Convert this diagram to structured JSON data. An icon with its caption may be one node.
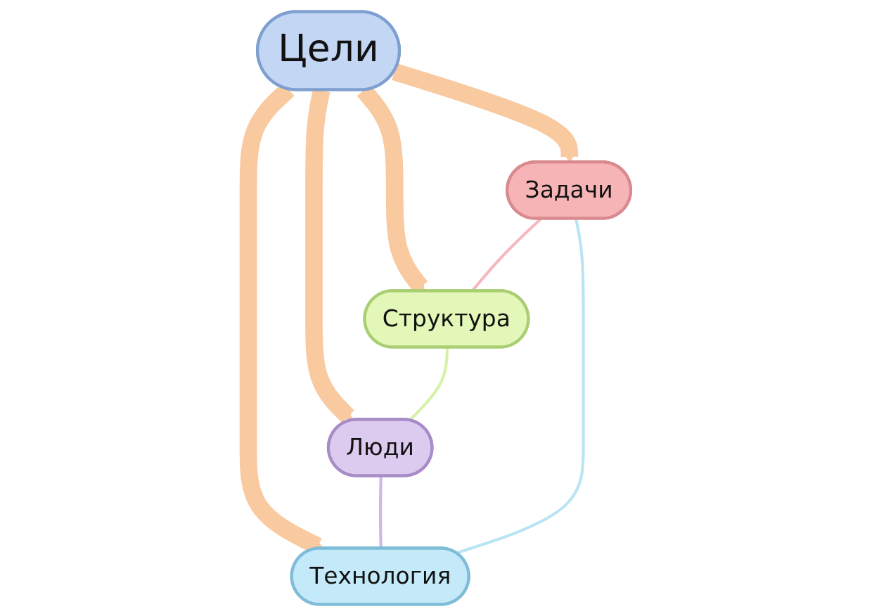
{
  "diagram": {
    "nodes": [
      {
        "text": [
          "Цели"
        ]
      },
      {
        "text": [
          "Задачи"
        ]
      },
      {
        "text": [
          "Структура"
        ]
      },
      {
        "text": [
          "Люди"
        ]
      },
      {
        "text": [
          "Технология"
        ]
      }
    ],
    "edges": [
      {
        "from": 0,
        "to": 1,
        "arrow": "to",
        "style": "thick",
        "color": "#f9c9a0"
      },
      {
        "from": 0,
        "to": 2,
        "arrow": "to",
        "style": "thick",
        "color": "#f9c9a0"
      },
      {
        "from": 0,
        "to": 3,
        "arrow": "to",
        "style": "thick",
        "color": "#f9c9a0"
      },
      {
        "from": 0,
        "to": 4,
        "arrow": "to",
        "style": "thick",
        "color": "#f9c9a0"
      },
      {
        "from": 1,
        "to": 2,
        "arrow": "none",
        "color": "#f6b8bf"
      },
      {
        "from": 2,
        "to": 3,
        "arrow": "none",
        "color": "#d6f2a8"
      },
      {
        "from": 3,
        "to": 4,
        "arrow": "none",
        "color": "#cdb8e6"
      },
      {
        "from": 4,
        "to": 1,
        "arrow": "none",
        "color": "#b8e4f4"
      }
    ]
  }
}
